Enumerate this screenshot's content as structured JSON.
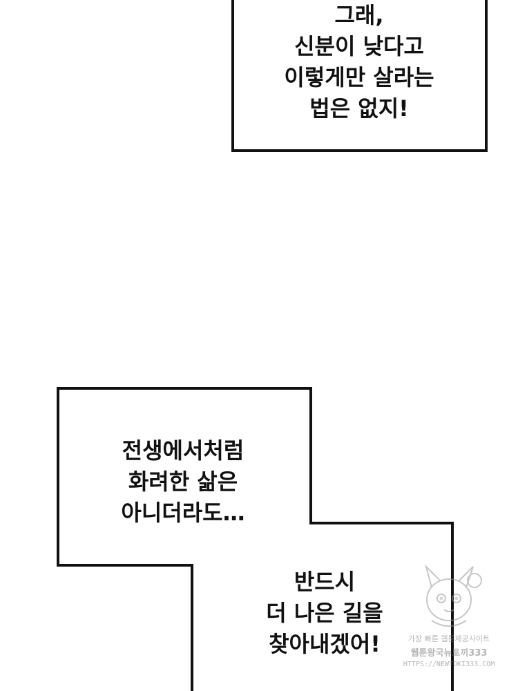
{
  "captions": {
    "top": [
      "그래,",
      "신분이 낮다고",
      "이렇게만 살라는",
      "법은 없지!"
    ],
    "middle": [
      "전생에서처럼",
      "화려한 삶은",
      "아니더라도…"
    ],
    "bottom": [
      "반드시",
      "더 나은 길을",
      "찾아내겠어!"
    ]
  },
  "watermark": {
    "line1": "가장 빠른 웹툰제공사이트",
    "line2": "웹툰왕국뉴토끼333",
    "line3": "HTTPS://NEWTOKI333.COM"
  },
  "colors": {
    "ink": "#111111",
    "paper": "#ffffff",
    "watermark": "#7a7a7a"
  }
}
